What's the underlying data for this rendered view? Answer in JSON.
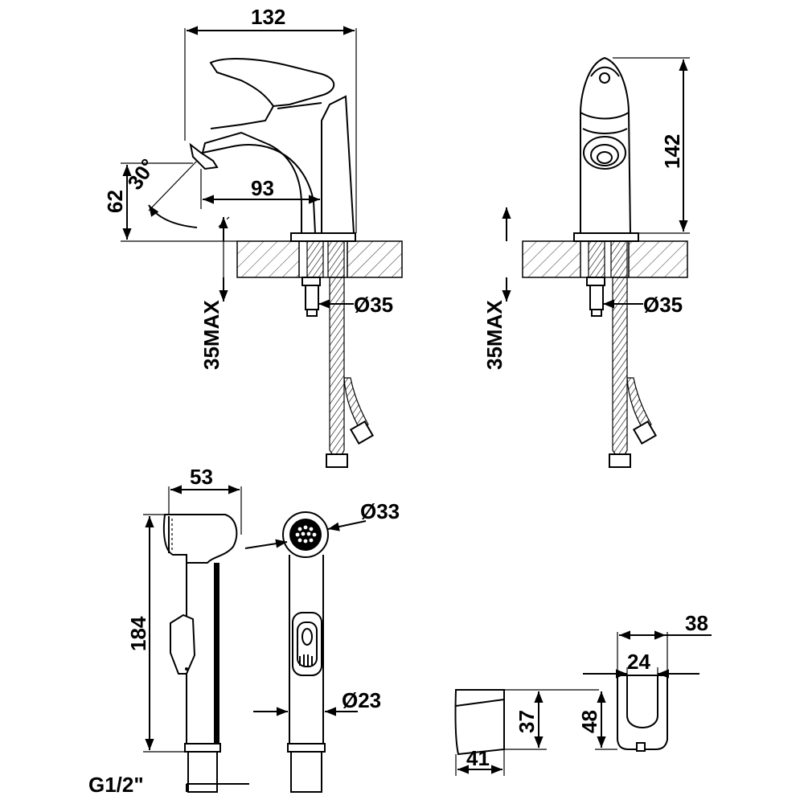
{
  "labels": {
    "front_width": "132",
    "spout_reach": "93",
    "spout_height": "62",
    "lever_angle": "30°",
    "hole_diameter_left": "Ø35",
    "counter_max_left": "35MAX",
    "side_height": "142",
    "hole_diameter_right": "Ø35",
    "counter_max_right": "35MAX",
    "handshower_width": "53",
    "handshower_length": "184",
    "handshower_face_dia": "Ø33",
    "handshower_handle_dia": "Ø23",
    "connection_thread": "G1/2\"",
    "holder_width_outer": "38",
    "holder_width_inner": "24",
    "holder_side_width": "41",
    "holder_side_height": "37",
    "holder_front_height": "48"
  }
}
